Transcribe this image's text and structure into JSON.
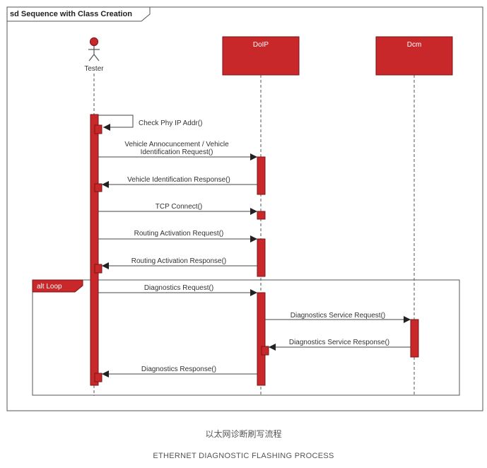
{
  "frame": {
    "title": "sd Sequence with Class Creation"
  },
  "lifelines": {
    "tester": "Tester",
    "doip": "DoIP",
    "dcm": "Dcm"
  },
  "messages": {
    "m1": "Check Phy IP Addr()",
    "m2a": "Vehicle Annocuncement / Vehicle",
    "m2b": "Identification Request()",
    "m3": "Vehicle Identification Response()",
    "m4": "TCP Connect()",
    "m5": "Routing Activation Request()",
    "m6": "Routing Activation Response()",
    "m7": "Diagnostics Request()",
    "m8": "Diagnostics Service Request()",
    "m9": "Diagnostics Service Response()",
    "m10": "Diagnostics Response()"
  },
  "fragment": {
    "label": "alt Loop"
  },
  "captions": {
    "cn": "以太网诊断刷写流程",
    "en": "ETHERNET DIAGNOSTIC FLASHING PROCESS"
  },
  "colors": {
    "accent": "#c8282a",
    "line": "#333333"
  }
}
